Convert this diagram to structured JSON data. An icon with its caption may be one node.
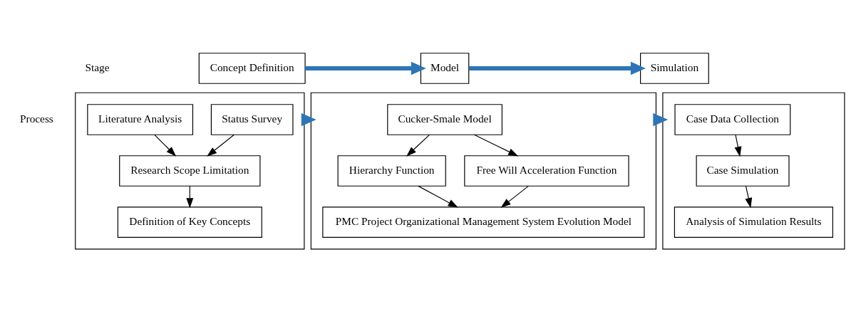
{
  "diagram": {
    "nodes": [
      {
        "text": [
          "Concept Definition"
        ]
      },
      {
        "text": [
          "Model"
        ]
      },
      {
        "text": [
          "Simulation"
        ]
      },
      {
        "text": [],
        "shape": "box"
      },
      {
        "text": [
          "Status Survey"
        ],
        "in": 3
      },
      {
        "text": [
          "Literature Analysis"
        ],
        "in": 3
      },
      {
        "text": [
          "Research Scope Limitation"
        ],
        "in": 3
      },
      {
        "text": [
          "Definition of Key Concepts"
        ],
        "in": 3
      },
      {
        "text": [],
        "shape": "box"
      },
      {
        "text": [
          "Cucker-Smale Model"
        ],
        "in": 8
      },
      {
        "text": [
          "Hierarchy Function"
        ],
        "in": 8
      },
      {
        "text": [
          "Free Will Acceleration Function"
        ],
        "in": 8
      },
      {
        "text": [
          "PMC Project Organizational Management System Evolution Model"
        ],
        "in": 8
      },
      {
        "text": [],
        "shape": "box"
      },
      {
        "text": [
          "Case Data Collection"
        ],
        "in": 13
      },
      {
        "text": [
          "Case Simulation"
        ],
        "in": 13
      },
      {
        "text": [
          "Analysis of Simulation Results"
        ],
        "in": 13
      }
    ],
    "edges": [
      {
        "from": 0,
        "to": 1,
        "arrow": "to",
        "style": "thick",
        "color": "#2e75b6"
      },
      {
        "from": 1,
        "to": 2,
        "arrow": "to",
        "style": "thick",
        "color": "#2e75b6"
      },
      {
        "from": 4,
        "to": 6,
        "arrow": "to"
      },
      {
        "from": 5,
        "to": 6,
        "arrow": "to"
      },
      {
        "from": 6,
        "to": 7,
        "arrow": "to"
      },
      {
        "from": 3,
        "to": 8,
        "arrow": "to",
        "style": "thick",
        "color": "#2e75b6"
      },
      {
        "from": 9,
        "to": 10,
        "arrow": "to"
      },
      {
        "from": 9,
        "to": 11,
        "arrow": "to"
      },
      {
        "from": 10,
        "to": 12,
        "arrow": "to"
      },
      {
        "from": 11,
        "to": 12,
        "arrow": "to"
      },
      {
        "from": 8,
        "to": 13,
        "arrow": "to",
        "style": "thick",
        "color": "#2e75b6"
      },
      {
        "from": 14,
        "to": 15,
        "arrow": "to"
      },
      {
        "from": 15,
        "to": 16,
        "arrow": "to"
      }
    ],
    "labels": [
      "Stage",
      "Process"
    ]
  }
}
